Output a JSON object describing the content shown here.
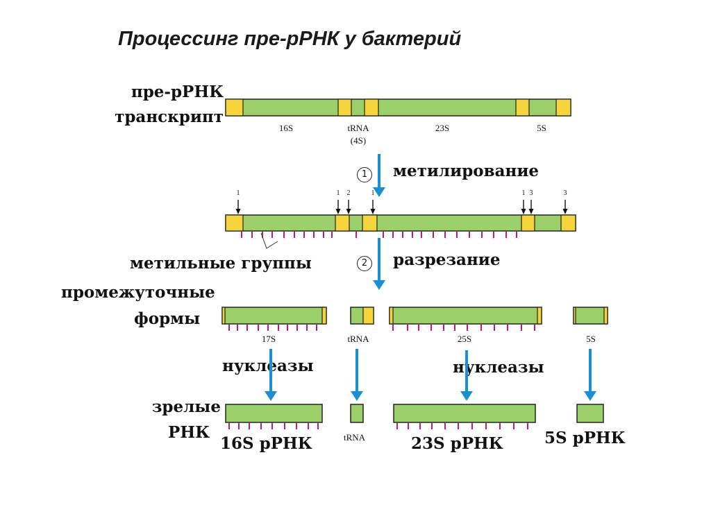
{
  "title": "Процессинг пре-рРНК у бактерий",
  "labels": {
    "transcript_line1": "пре-рРНК",
    "transcript_line2": "транскрипт",
    "methyl_groups": "метильные группы",
    "intermediate_line1": "промежуточные",
    "intermediate_line2": "формы",
    "mature_line1": "зрелые",
    "mature_line2": "РНК"
  },
  "steps": [
    {
      "number": "1",
      "label": "метилирование"
    },
    {
      "number": "2",
      "label": "разрезание"
    }
  ],
  "transcript_segments": [
    "16S",
    "tRNA",
    "(4S)",
    "23S",
    "5S"
  ],
  "cut_sites": [
    "1",
    "1",
    "2",
    "1",
    "1",
    "3",
    "3"
  ],
  "intermediates": [
    "17S",
    "tRNA",
    "25S",
    "5S"
  ],
  "nucleases": [
    "нуклеазы",
    "нуклеазы"
  ],
  "mature": [
    "16S рРНК",
    "tRNA",
    "23S рРНК",
    "5S рРНК"
  ],
  "colors": {
    "rna_green": "#9bd06a",
    "spacer_yellow": "#f5d33a",
    "arrow_blue": "#1a8fd4",
    "methyl_tick": "#c2187a",
    "outline": "#222222"
  }
}
